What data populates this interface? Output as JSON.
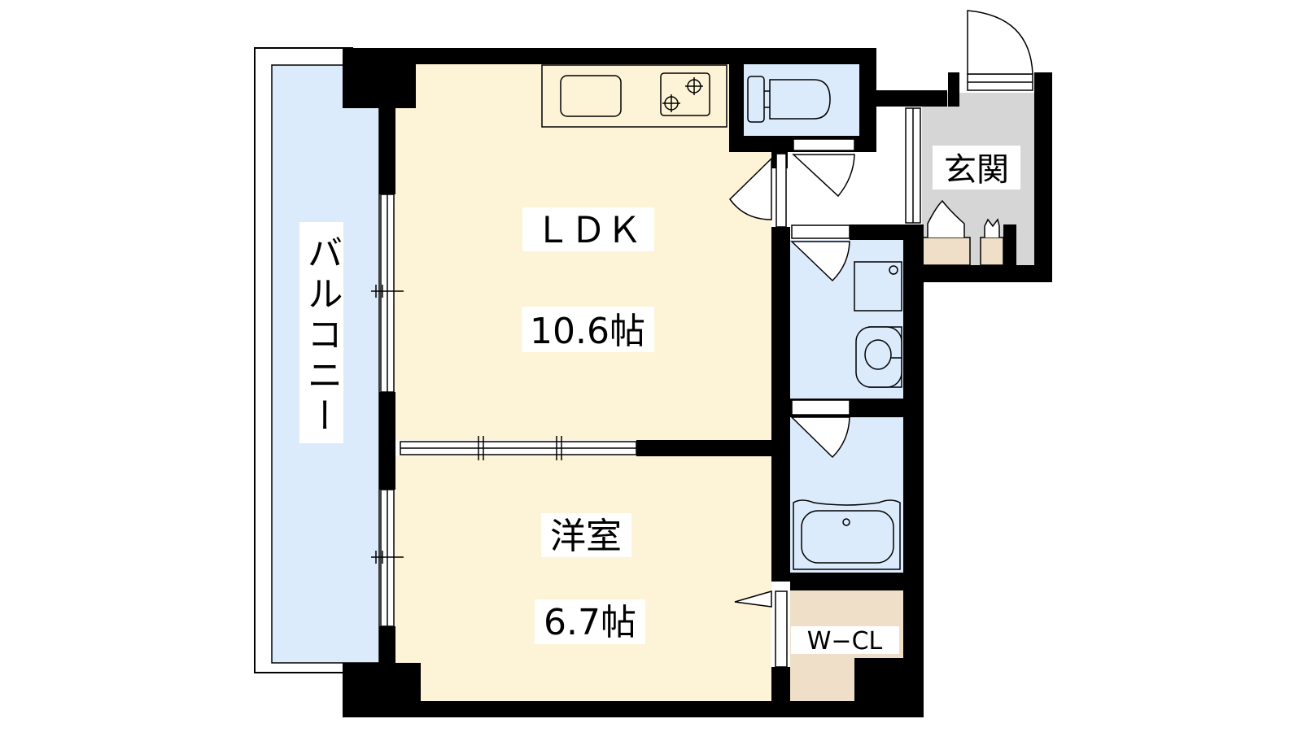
{
  "floorplan": {
    "rooms": {
      "balcony": {
        "label": "バルコニー",
        "color": "#DCEBFB"
      },
      "ldk": {
        "label": "ＬＤＫ",
        "size": "10.6帖",
        "color": "#FDF3D6"
      },
      "western": {
        "label": "洋室",
        "size": "6.7帖",
        "color": "#FDF3D6"
      },
      "entrance": {
        "label": "玄関",
        "color": "#D6D6D6"
      },
      "wcl": {
        "label": "W−CL",
        "color": "#F0DFC8"
      },
      "toilet": {
        "color": "#DCEBFB"
      },
      "washroom": {
        "color": "#DCEBFB"
      },
      "bathroom": {
        "color": "#DCEBFB"
      },
      "shoe_storage": {
        "color": "#F0DFC8"
      }
    },
    "wall_color": "#000000"
  }
}
